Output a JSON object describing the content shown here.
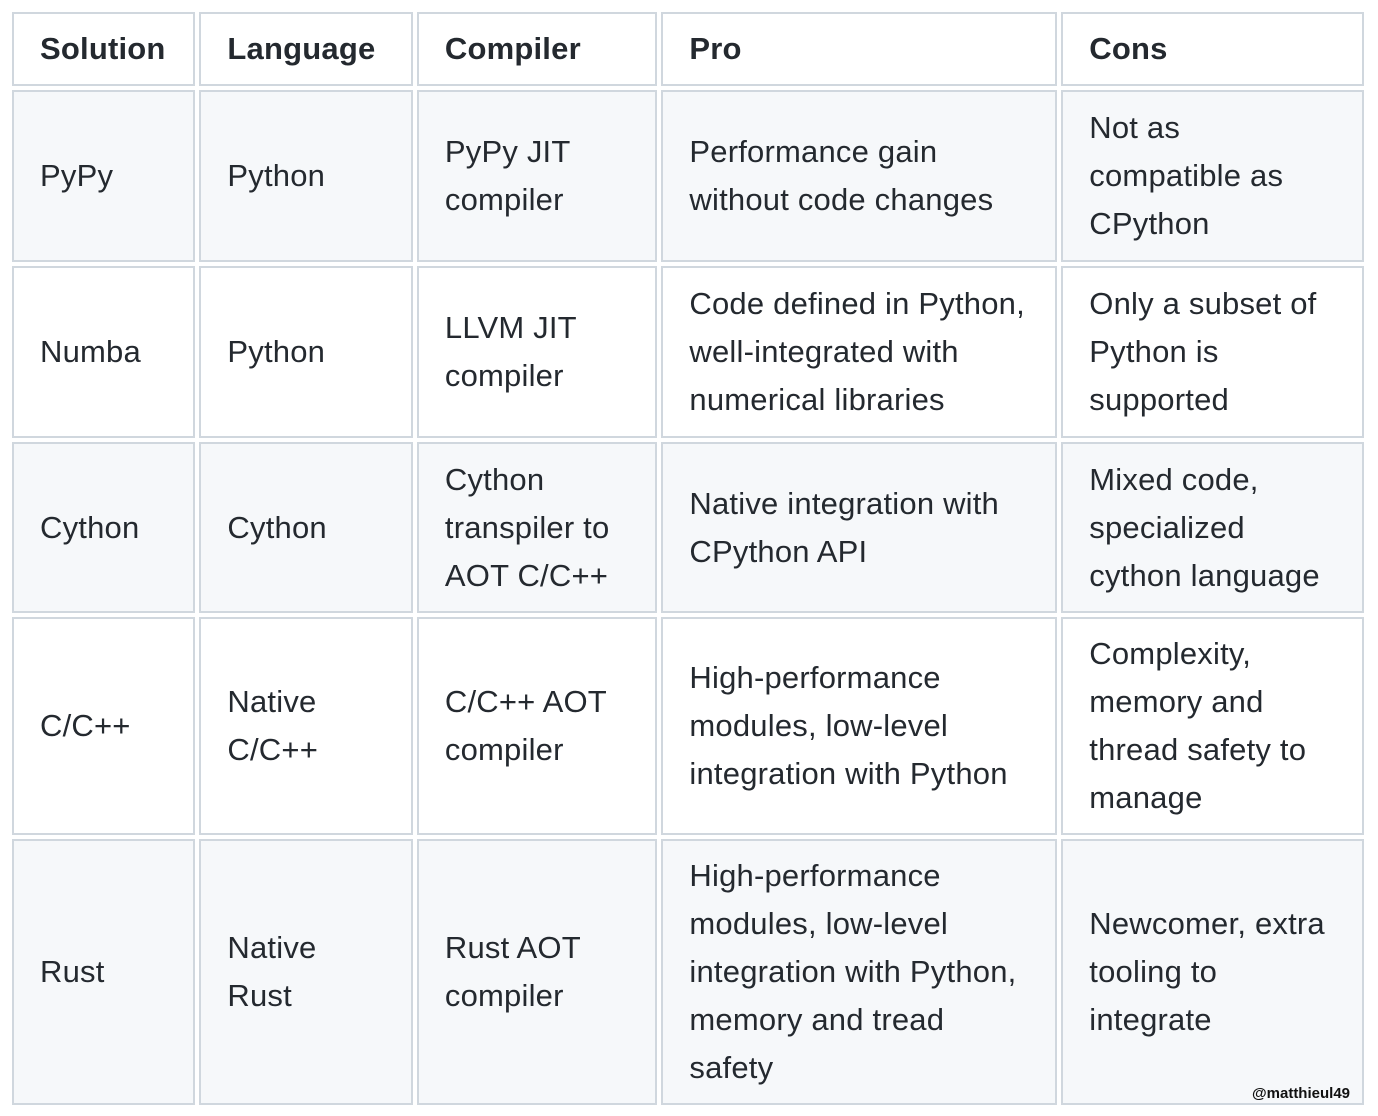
{
  "table": {
    "headers": [
      "Solution",
      "Language",
      "Compiler",
      "Pro",
      "Cons"
    ],
    "rows": [
      [
        "PyPy",
        "Python",
        "PyPy JIT compiler",
        "Performance gain without code changes",
        "Not as compatible as CPython"
      ],
      [
        "Numba",
        "Python",
        "LLVM JIT compiler",
        "Code defined in Python, well-integrated with numerical libraries",
        "Only a subset of Python is supported"
      ],
      [
        "Cython",
        "Cython",
        "Cython transpiler to AOT C/C++",
        "Native integration with CPython API",
        "Mixed code, specialized cython language"
      ],
      [
        "C/C++",
        "Native C/C++",
        "C/C++ AOT compiler",
        "High-performance modules, low-level integration with Python",
        "Complexity, memory and thread safety to manage"
      ],
      [
        "Rust",
        "Native Rust",
        "Rust AOT compiler",
        "High-performance modules, low-level integration with Python, memory and tread safety",
        "Newcomer, extra tooling to integrate"
      ]
    ]
  },
  "watermark": "@matthieul49",
  "colors": {
    "border": "#d0d7de",
    "stripe": "#f6f8fa",
    "text": "#24292f"
  }
}
